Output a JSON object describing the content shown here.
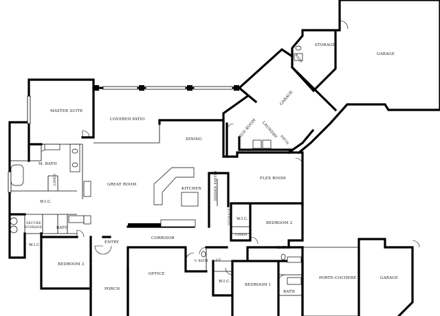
{
  "rooms": {
    "storage_top": "STORAGE",
    "garage_right": "GARAGE",
    "bath_small": "BATH",
    "garage_angled": "GARAGE",
    "master_suite": "MASTER SUITE",
    "covered_patio": "COVERED PATIO",
    "mud_room": "MUD ROOM",
    "laundry": "LAUNDRY",
    "mech": "MECH",
    "dining": "DINING",
    "m_bath": "M. BATH",
    "linen_master": "LINEN",
    "kitchen": "KITCHEN",
    "flex_room": "FLEX ROOM",
    "great_room": "GREAT ROOM",
    "hidden_pantry": "HIDDEN PANTRY",
    "wic_master": "W.I.C.",
    "storage_mid": "STORAGE",
    "wic_bed2": "W.I.C.",
    "bedroom_2": "BEDROOM 2",
    "secure_storage": "SECURE STORAGE",
    "bath_secure": "BATH",
    "linen_bed2": "LINEN",
    "entry": "ENTRY",
    "corridor": "CORRIDOR",
    "wic_bed3": "W.I.C.",
    "bath_bed2": "BATH",
    "half_bath": "½ BATH",
    "av": "A/V",
    "bedroom_3": "BEDROOM 3",
    "office": "OFFICE",
    "porte_cochere": "PORTE-COCHERE",
    "garage_bottom": "GARAGE",
    "wic_bed1": "W.I.C.",
    "bedroom_1": "BEDROOM 1",
    "porch": "PORCH",
    "bath_bed1": "BATH"
  }
}
